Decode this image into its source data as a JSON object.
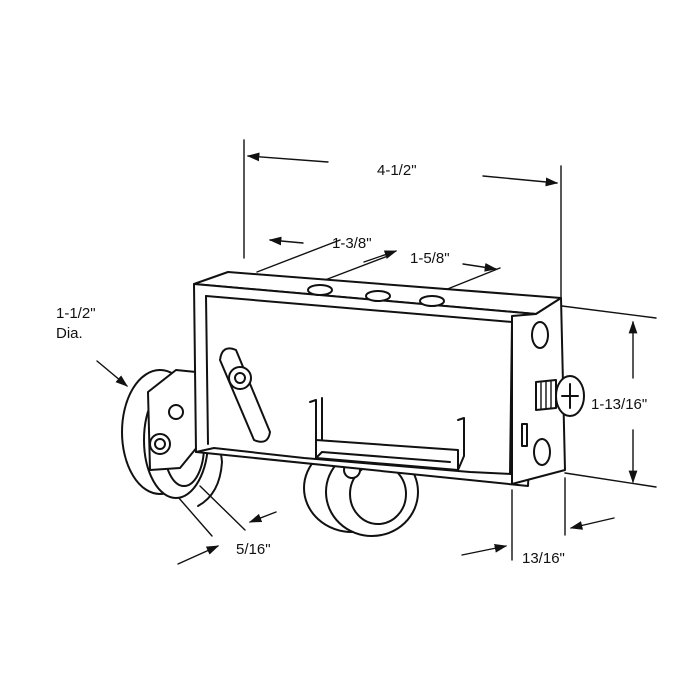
{
  "dimensions": {
    "overall_length": "4-1/2\"",
    "hole_spacing_1": "1-3/8\"",
    "hole_spacing_2": "1-5/8\"",
    "wheel_diameter_line1": "1-1/2\"",
    "wheel_diameter_line2": "Dia.",
    "height": "1-13/16\"",
    "wheel_width": "5/16\"",
    "housing_width": "13/16\""
  },
  "colors": {
    "ink": "#111111",
    "background": "#ffffff"
  },
  "icons": {
    "adjustment_screw": "phillips-screw-icon"
  }
}
